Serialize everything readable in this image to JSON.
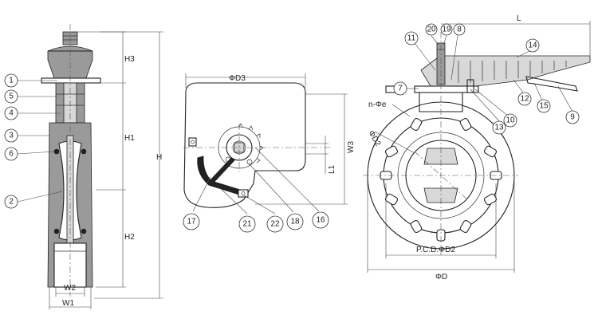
{
  "dimension_labels": {
    "H3": "H3",
    "H1": "H1",
    "H": "H",
    "H2": "H2",
    "W2": "W2",
    "W1": "W1",
    "D3": "ΦD3",
    "W3": "W3",
    "L1": "L1",
    "L": "L",
    "ne": "n-Φe",
    "D2": "ΦD2",
    "PCD": "P.C.D.ΦD2",
    "D": "ΦD"
  },
  "callouts": {
    "c1": "1",
    "c2": "2",
    "c3": "3",
    "c4": "4",
    "c5": "5",
    "c6": "6",
    "c7": "7",
    "c8": "8",
    "c9": "9",
    "c10": "10",
    "c11": "11",
    "c12": "12",
    "c13": "13",
    "c14": "14",
    "c15": "15",
    "c16": "16",
    "c17": "17",
    "c18": "18",
    "c19": "19",
    "c20": "20",
    "c21": "21",
    "c22": "22"
  }
}
